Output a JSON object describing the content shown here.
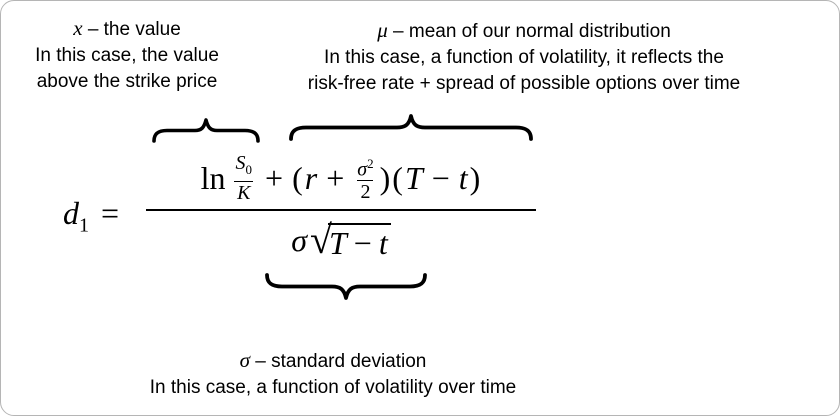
{
  "colors": {
    "background": "#ffffff",
    "border": "#b5b5b5",
    "text": "#000000"
  },
  "annotations": {
    "x": {
      "symbol": "x",
      "definition": "– the value",
      "line2": "In this case, the value",
      "line3": "above the strike price"
    },
    "mu": {
      "symbol": "μ",
      "definition": "– mean of our normal distribution",
      "line2": "In this case, a function of volatility, it reflects the",
      "line3": "risk-free rate + spread of possible options over time"
    },
    "sigma": {
      "symbol": "σ",
      "definition": "– standard deviation",
      "line2": "In this case, a function of volatility over time"
    }
  },
  "formula": {
    "d": "d",
    "d_sub": "1",
    "equals": "=",
    "ln": "ln",
    "S": "S",
    "S_sub": "0",
    "K": "K",
    "plus_1": "+",
    "lparen_1": "(",
    "r": "r",
    "plus_2": "+",
    "sigma": "σ",
    "sigma_exp": "2",
    "two": "2",
    "rparen_1": ")",
    "lparen_2": "(",
    "T": "T",
    "minus_1": "−",
    "t": "t",
    "rparen_2": ")",
    "sigma_den": "σ",
    "radical": "√",
    "T_rad": "T",
    "minus_2": "−",
    "t_rad": "t"
  }
}
